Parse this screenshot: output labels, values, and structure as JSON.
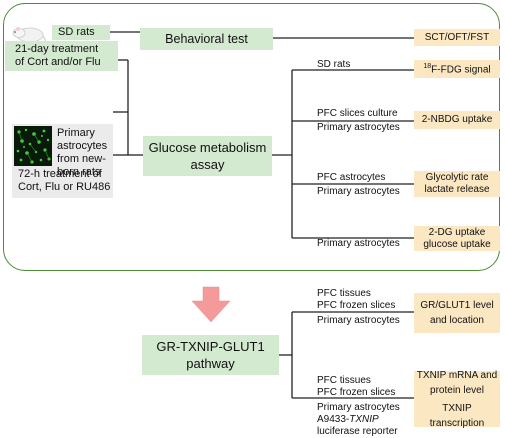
{
  "top": {
    "sd_rats_label": "SD rats",
    "treatment_21day_l1": "21-day treatment",
    "treatment_21day_l2": "of Cort and/or Flu",
    "behavioral_test": "Behavioral test",
    "behavioral_result": "SCT/OFT/FST",
    "astro_l1": "Primary",
    "astro_l2": "astrocytes",
    "astro_l3": "from new-",
    "astro_l4": "born rats",
    "treatment_72h_l1": "72-h treatment of",
    "treatment_72h_l2": "Cort, Flu or RU486",
    "glucose_l1": "Glucose metabolism",
    "glucose_l2": "assay",
    "branches": [
      {
        "left_l1": "SD rats",
        "left_l2": "",
        "right_sup": "18",
        "right_l1": "F-FDG signal",
        "right_l2": ""
      },
      {
        "left_l1": "PFC slices culture",
        "left_l2": "Primary astrocytes",
        "right_sup": "",
        "right_l1": "2-NBDG uptake",
        "right_l2": ""
      },
      {
        "left_l1": "PFC astrocytes",
        "left_l2": "Primary astrocytes",
        "right_sup": "",
        "right_l1": "Glycolytic rate",
        "right_l2": "lactate release"
      },
      {
        "left_l1": "",
        "left_l2": "Primary astrocytes",
        "right_sup": "",
        "right_l1": "2-DG uptake",
        "right_l2": "glucose uptake"
      }
    ]
  },
  "bottom": {
    "pathway_l1": "GR-TXNIP-GLUT1",
    "pathway_l2": "pathway",
    "branch1": {
      "left_l1": "PFC tissues",
      "left_l2": "PFC frozen slices",
      "left_l3": "Primary astrocytes",
      "right_l1": "GR/GLUT1 level",
      "right_l2": "and location"
    },
    "branch2": {
      "left_l1": "PFC tissues",
      "left_l2": "PFC frozen slices",
      "left_l3": "Primary astrocytes",
      "left_l4_prefix": "A9433-",
      "left_l4_italic": "TXNIP",
      "left_l5": "luciferase reporter",
      "right_l1": "TXNIP mRNA and",
      "right_l2": "protein level",
      "right_l3": "TXNIP transcription"
    }
  },
  "colors": {
    "outline_green": "#4e8a35",
    "box_green": "#d4ead0",
    "box_yellow": "#fbe8c3",
    "arrow_pink": "#f59a9a"
  }
}
